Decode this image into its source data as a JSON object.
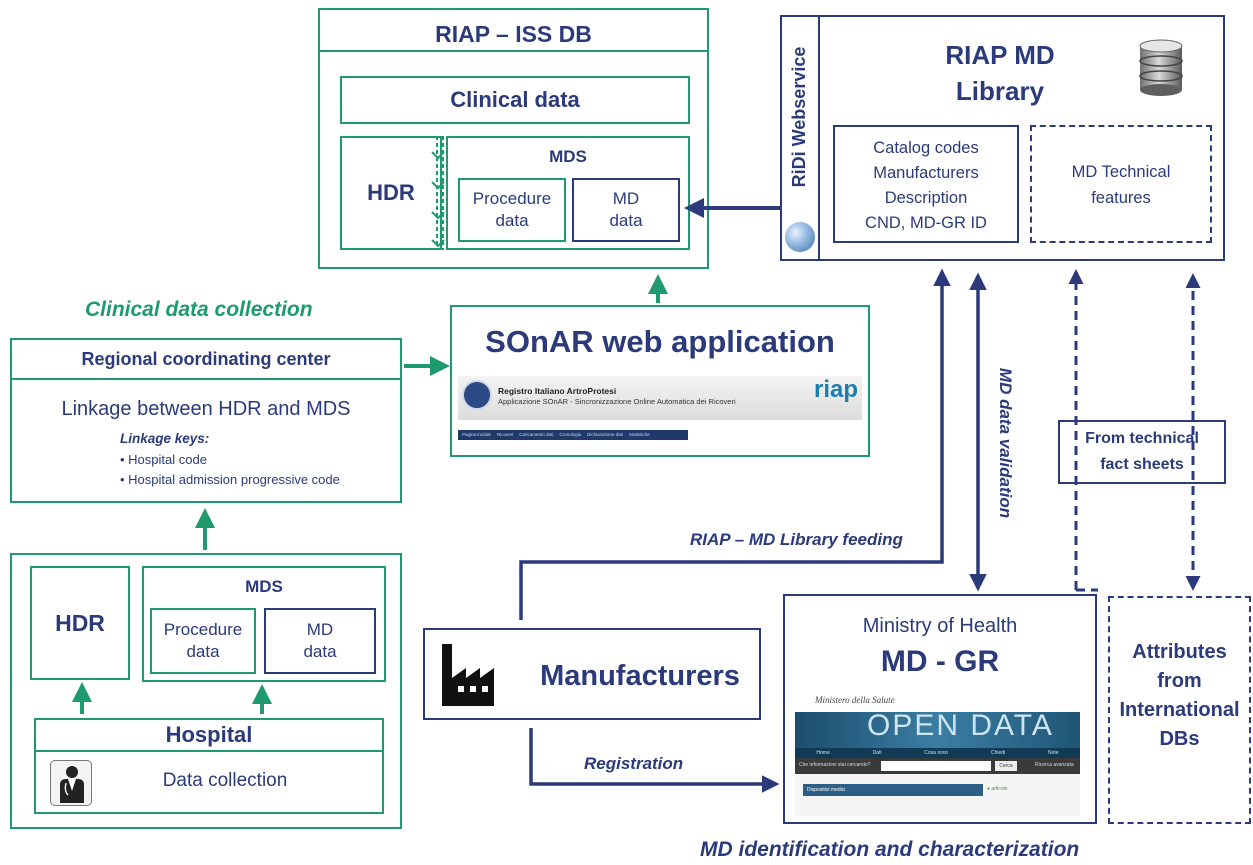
{
  "riap_iss_db": {
    "title": "RIAP – ISS DB",
    "clinical_data": "Clinical data",
    "hdr": "HDR",
    "mds": "MDS",
    "procedure_data": "Procedure data",
    "md_data": "MD data"
  },
  "riap_md_library": {
    "webservice": "RiDi Webservice",
    "title_line1": "RIAP MD",
    "title_line2": "Library",
    "fields_line1": "Catalog codes",
    "fields_line2": "Manufacturers",
    "fields_line3": "Description",
    "fields_line4": "CND, MD-GR ID",
    "technical_line1": "MD Technical",
    "technical_line2": "features"
  },
  "labels": {
    "clinical_data_collection": "Clinical data collection",
    "md_data_validation": "MD data validation",
    "riap_feeding": "RIAP – MD Library feeding",
    "registration": "Registration",
    "md_identification": "MD identification and characterization",
    "from_technical_line1": "From technical",
    "from_technical_line2": "fact sheets"
  },
  "sonar": {
    "title": "SOnAR web application",
    "app_title": "Registro Italiano ArtroProtesi",
    "app_subtitle": "Applicazione SOnAR - Sincronizzazione Online Automatica dei Ricoveri",
    "logo": "riap",
    "menu": [
      "Pagina iniziale",
      "Ricoveri",
      "Caricamento dati",
      "Cronologia",
      "Dichiarazione dati",
      "Statistiche"
    ]
  },
  "regional": {
    "title": "Regional coordinating center",
    "linkage": "Linkage between HDR and MDS",
    "keys_label": "Linkage keys",
    "keys": [
      "• Hospital code",
      "• Hospital admission progressive code"
    ]
  },
  "hospital_group": {
    "hdr": "HDR",
    "mds": "MDS",
    "procedure_data": "Procedure data",
    "md_data": "MD data",
    "hospital": "Hospital",
    "data_collection": "Data collection"
  },
  "manufacturers": {
    "label": "Manufacturers"
  },
  "ministry": {
    "title": "Ministry of Health",
    "subtitle": "MD - GR",
    "banner_text": "OPEN DATA",
    "banner_header": "Ministero della Salute",
    "nav": [
      "Home",
      "Dati",
      "Cosa sono",
      "Chiedi",
      "Note"
    ],
    "search_prompt": "Che informazioni stai cercando?",
    "search_button": "Cerca",
    "advanced": "Ricerca avanzata",
    "list_item": "Dispositivi medici",
    "list_item_right": "● articolo"
  },
  "international": {
    "line1": "Attributes",
    "line2": "from",
    "line3": "International",
    "line4": "DBs"
  },
  "colors": {
    "green": "#1e9a6e",
    "navy": "#2b3a7a"
  }
}
